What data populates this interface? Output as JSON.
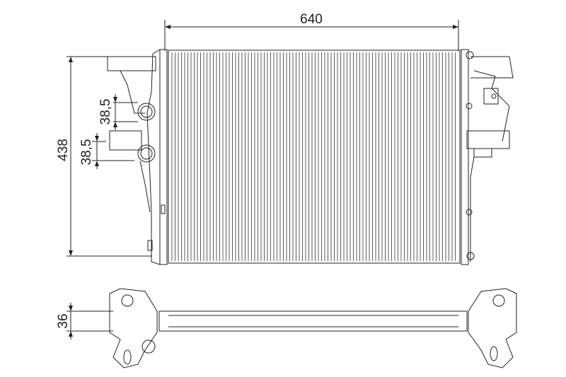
{
  "drawing": {
    "width_dimension": "640",
    "height_dimension": "438",
    "upper_spacing_dimension": "38,5",
    "lower_spacing_dimension": "38,5",
    "depth_dimension": "36"
  },
  "colors": {
    "line": "#222222",
    "background": "#ffffff"
  }
}
